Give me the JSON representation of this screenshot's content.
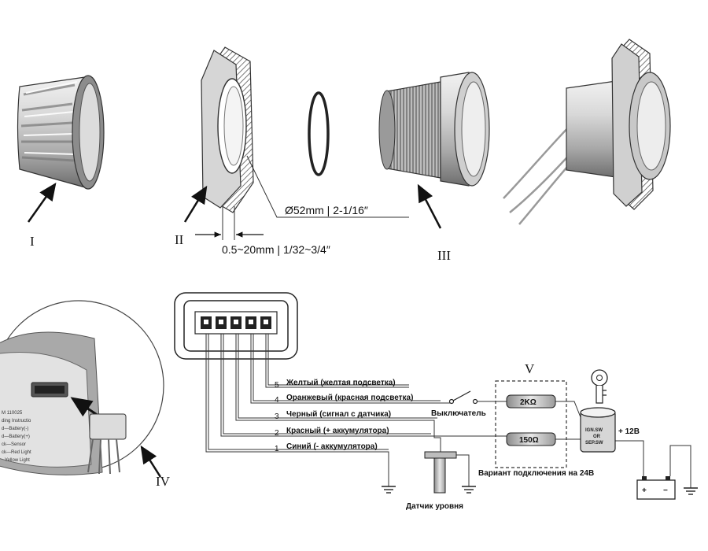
{
  "part_labels": {
    "I": "I",
    "II": "II",
    "III": "III",
    "IV": "IV",
    "V": "V"
  },
  "dimensions": {
    "diameter": "Ø52mm | 2-1/16″",
    "thickness": "0.5~20mm | 1/32~3/4″"
  },
  "wires": [
    {
      "number": "5",
      "label": "Желтый (желтая подсветка)"
    },
    {
      "number": "4",
      "label": "Оранжевый (красная подсветка)"
    },
    {
      "number": "3",
      "label": "Черный (сигнал с датчика)"
    },
    {
      "number": "2",
      "label": "Красный (+ аккумулятора)"
    },
    {
      "number": "1",
      "label": "Синий (- аккумулятора)"
    }
  ],
  "components": {
    "switch_label": "Выключатель",
    "resistor_2k": "2KΩ",
    "resistor_150": "150Ω",
    "variant_24v": "Вариант подключения на 24В",
    "sensor_label": "Датчик уровня",
    "plus_12v": "+ 12В",
    "ign_line1": "IGN.SW",
    "ign_line2": "OR",
    "ign_line3": "SEP.SW",
    "battery_plus": "+",
    "battery_minus": "−"
  },
  "inset_texts": {
    "line1": "M 110025",
    "line2": "ding Instructio",
    "line3": "d—Battery(-)",
    "line4": "d—Battery(+)",
    "line5": "ck—Sensor",
    "line6": "ck—Red Light",
    "line7": "Yellow Light"
  },
  "colors": {
    "line": "#222222",
    "metal_light": "#e6e6e6",
    "metal_dark": "#7a7a7a"
  }
}
